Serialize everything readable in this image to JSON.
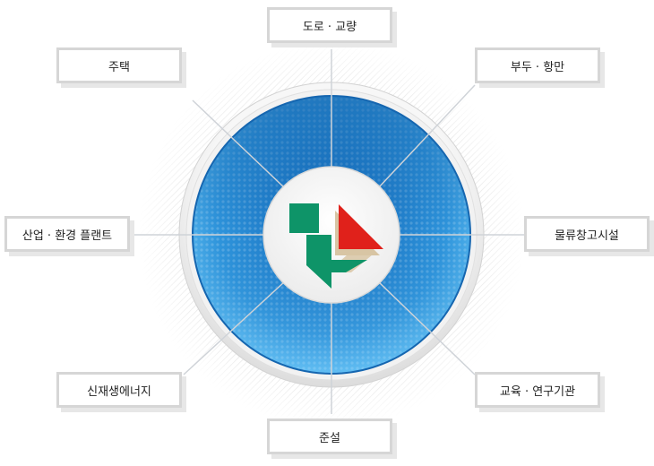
{
  "diagram": {
    "sectors": {
      "top": "도로 · 교량",
      "top_left": "주택",
      "top_right": "부두 · 항만",
      "left": "산업 · 환경 플랜트",
      "right": "물류창고시설",
      "bottom_left": "신재생에너지",
      "bottom_right": "교육 · 연구기관",
      "bottom": "준설"
    },
    "colors": {
      "ring_blue_dark": "#1d74c4",
      "ring_blue_light": "#49adea",
      "logo_red": "#e0211b",
      "logo_green": "#0e9468",
      "logo_shadow": "#d8c5a4",
      "box_border": "#d6d6d6"
    }
  }
}
